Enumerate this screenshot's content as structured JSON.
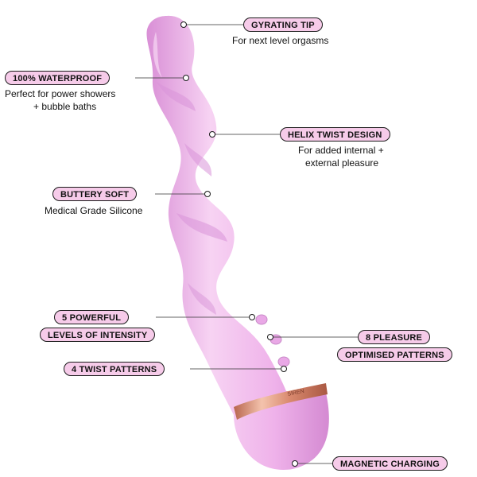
{
  "brand_mark": "SIREN",
  "colors": {
    "body_main": "#efb2ea",
    "body_light": "#f7d3f3",
    "body_shadow": "#d98fd6",
    "pill_fill": "#f6cbe9",
    "rose_gold": "#d9896e",
    "outline": "#1a1a1a"
  },
  "callouts": {
    "gyrating_tip": {
      "title": "GYRATING TIP",
      "subtitle": "For next level orgasms"
    },
    "waterproof": {
      "title": "100% WATERPROOF",
      "subtitle_1": "Perfect for power showers",
      "subtitle_2": "+ bubble baths"
    },
    "helix": {
      "title": "HELIX TWIST DESIGN",
      "subtitle_1": "For added internal +",
      "subtitle_2": "external pleasure"
    },
    "buttery": {
      "title": "BUTTERY SOFT",
      "subtitle": "Medical Grade Silicone"
    },
    "powerful": {
      "title_1": "5 POWERFUL",
      "title_2": "LEVELS OF INTENSITY"
    },
    "pleasure": {
      "title_1": "8 PLEASURE",
      "title_2": "OPTIMISED PATTERNS"
    },
    "twist": {
      "title": "4 TWIST PATTERNS"
    },
    "magnetic": {
      "title": "MAGNETIC CHARGING"
    }
  }
}
